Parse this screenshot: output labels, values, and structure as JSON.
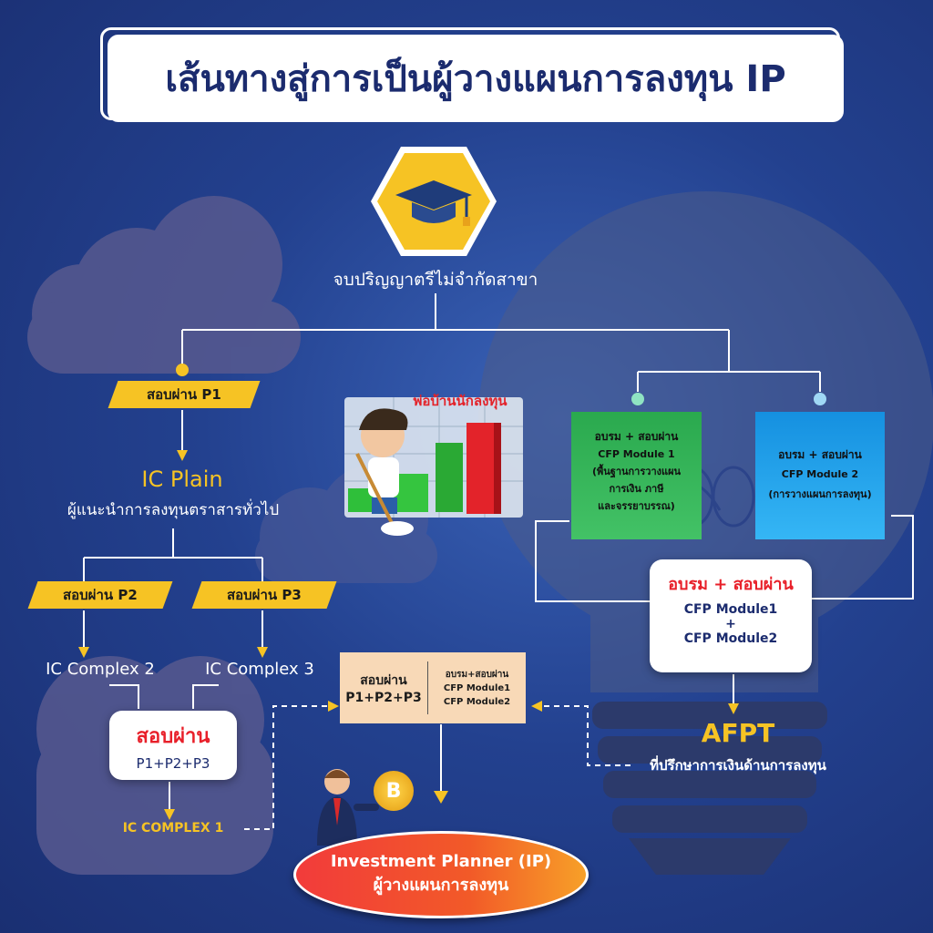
{
  "title": "เส้นทางสู่การเป็นผู้วางแผนการลงทุน IP",
  "top": {
    "degree_label": "จบปริญญาตรีไม่จำกัดสาขา",
    "icon": "graduation-cap-icon"
  },
  "left_path": {
    "p1_tag": "สอบผ่าน P1",
    "ic_plain_title": "IC Plain",
    "ic_plain_sub": "ผู้แนะนำการลงทุนตราสารทั่วไป",
    "p2_tag": "สอบผ่าน P2",
    "p3_tag": "สอบผ่าน P3",
    "ic_complex2": "IC Complex 2",
    "ic_complex3": "IC Complex 3",
    "exam_card_title": "สอบผ่าน",
    "exam_card_sub": "P1+P2+P3",
    "ic_complex1": "IC COMPLEX 1"
  },
  "illustration": {
    "sign_text": "พ่อบ้านนักลงทุน"
  },
  "right_path": {
    "module1_box": {
      "line1": "อบรม + สอบผ่าน",
      "line2": "CFP Module 1",
      "line3": "(พื้นฐานการวางแผน",
      "line4": "การเงิน ภาษี",
      "line5": "และจรรยาบรรณ)"
    },
    "module2_box": {
      "line1": "อบรม + สอบผ่าน",
      "line2": "CFP Module 2",
      "line3": "(การวางแผนการลงทุน)"
    },
    "combined_card": {
      "title": "อบรม + สอบผ่าน",
      "line1": "CFP Module1",
      "line2": "+",
      "line3": "CFP Module2"
    },
    "afpt_title": "AFPT",
    "afpt_sub": "ที่ปรึกษาการเงินด้านการลงทุน"
  },
  "center": {
    "left": {
      "line1": "สอบผ่าน",
      "line2": "P1+P2+P3"
    },
    "right": {
      "line1": "อบรม+สอบผ่าน",
      "line2": "CFP Module1",
      "line3": "CFP Module2"
    }
  },
  "result": {
    "line1": "Investment Planner (IP)",
    "line2": "ผู้วางแผนการลงทุน",
    "coin_symbol": "B"
  },
  "colors": {
    "accent_yellow": "#f6c324",
    "navy": "#1b2b6e",
    "red": "#e8202a",
    "green": "#2aa94e",
    "blue": "#1590e0"
  }
}
